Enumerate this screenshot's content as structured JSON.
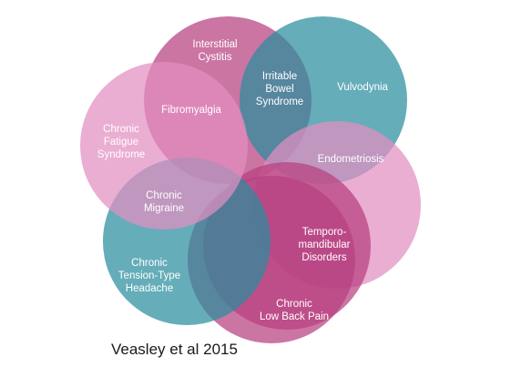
{
  "colors": {
    "magenta": "#b7407f",
    "teal": "#2a8d9e",
    "pink": "#e28fc0",
    "overlap": "#5a3f6f"
  },
  "conditions": [
    {
      "id": "interstitial-cystitis",
      "lines": [
        "Interstitial",
        "Cystitis"
      ],
      "color": "magenta"
    },
    {
      "id": "vulvodynia",
      "lines": [
        "Vulvodynia"
      ],
      "color": "teal"
    },
    {
      "id": "endometriosis",
      "lines": [
        "Endometriosis"
      ],
      "color": "pink"
    },
    {
      "id": "temporomandibular-disorders",
      "lines": [
        "Temporo-",
        "mandibular",
        "Disorders"
      ],
      "color": "magenta"
    },
    {
      "id": "chronic-low-back-pain",
      "lines": [
        "Chronic",
        "Low Back Pain"
      ],
      "color": "magenta"
    },
    {
      "id": "chronic-tension-type-headache",
      "lines": [
        "Chronic",
        "Tension-Type",
        "Headache"
      ],
      "color": "teal"
    },
    {
      "id": "chronic-fatigue-syndrome",
      "lines": [
        "Chronic",
        "Fatigue",
        "Syndrome"
      ],
      "color": "pink"
    }
  ],
  "overlap_labels": [
    {
      "id": "fibromyalgia",
      "lines": [
        "Fibromyalgia"
      ]
    },
    {
      "id": "irritable-bowel-syndrome",
      "lines": [
        "Irritable",
        "Bowel",
        "Syndrome"
      ]
    },
    {
      "id": "chronic-migraine",
      "lines": [
        "Chronic",
        "Migraine"
      ]
    }
  ],
  "citation": "Veasley et al 2015"
}
